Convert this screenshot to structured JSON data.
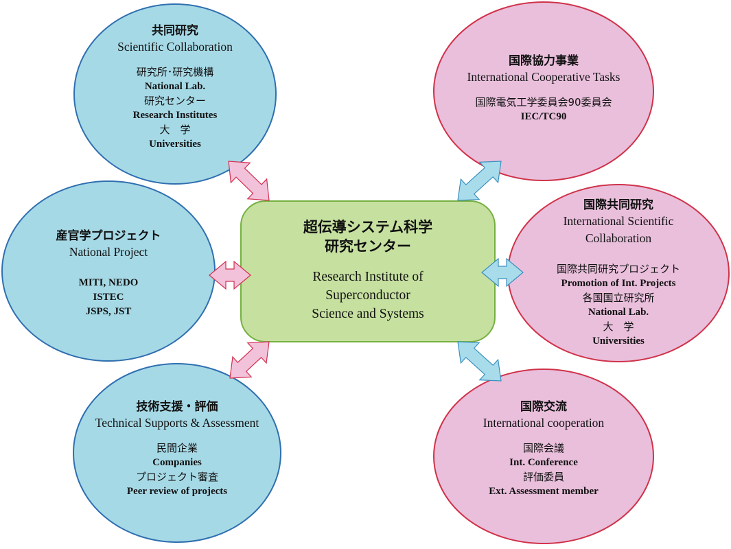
{
  "center": {
    "jp_lines": [
      "超伝導システム科学",
      "研究センター"
    ],
    "en_lines": [
      "Research Institute of",
      "Superconductor",
      "Science and Systems"
    ]
  },
  "nodes": {
    "scientific": {
      "jp": "共同研究",
      "en": "Scientific Collaboration",
      "items": [
        {
          "jp": "研究所･研究機構",
          "en": "National Lab."
        },
        {
          "jp": "研究センター",
          "en": "Research Institutes"
        },
        {
          "jp": "大　学",
          "en": "Universities"
        }
      ]
    },
    "national": {
      "jp": "産官学プロジェクト",
      "en": "National Project",
      "items": [
        {
          "en": "MITI, NEDO"
        },
        {
          "en": "ISTEC"
        },
        {
          "en": "JSPS, JST"
        }
      ]
    },
    "technical": {
      "jp": "技術支援・評価",
      "en": "Technical Supports & Assessment",
      "items": [
        {
          "jp": "民間企業",
          "en": "Companies"
        },
        {
          "jp": "プロジェクト審査",
          "en": "Peer review of projects"
        }
      ]
    },
    "intl_tasks": {
      "jp": "国際協力事業",
      "en": "International Cooperative Tasks",
      "items": [
        {
          "jp": "国際電気工学委員会90委員会",
          "en": "IEC/TC90"
        }
      ]
    },
    "intl_sci": {
      "jp": "国際共同研究",
      "en_lines": [
        "International Scientific",
        "Collaboration"
      ],
      "items": [
        {
          "jp": "国際共同研究プロジェクト",
          "en": "Promotion of Int. Projects"
        },
        {
          "jp": "各国国立研究所",
          "en": "National Lab."
        },
        {
          "jp": "大　学",
          "en": "Universities"
        }
      ]
    },
    "intl_exchange": {
      "jp": "国際交流",
      "en": "International cooperation",
      "items": [
        {
          "jp": "国際会議",
          "en": "Int. Conference"
        },
        {
          "jp": "評価委員",
          "en": "Ext. Assessment member"
        }
      ]
    }
  },
  "colors": {
    "blue_fill": "#a6d9e6",
    "blue_stroke": "#2f6fb0",
    "pink_fill": "#e9bfdb",
    "pink_stroke": "#d0324a",
    "center_fill": "#c6e0a0",
    "center_stroke": "#76b041",
    "arrow_pink_fill": "#f2c2da",
    "arrow_pink_stroke": "#d23050",
    "arrow_blue_fill": "#a8dcea",
    "arrow_blue_stroke": "#3b8fbf"
  }
}
